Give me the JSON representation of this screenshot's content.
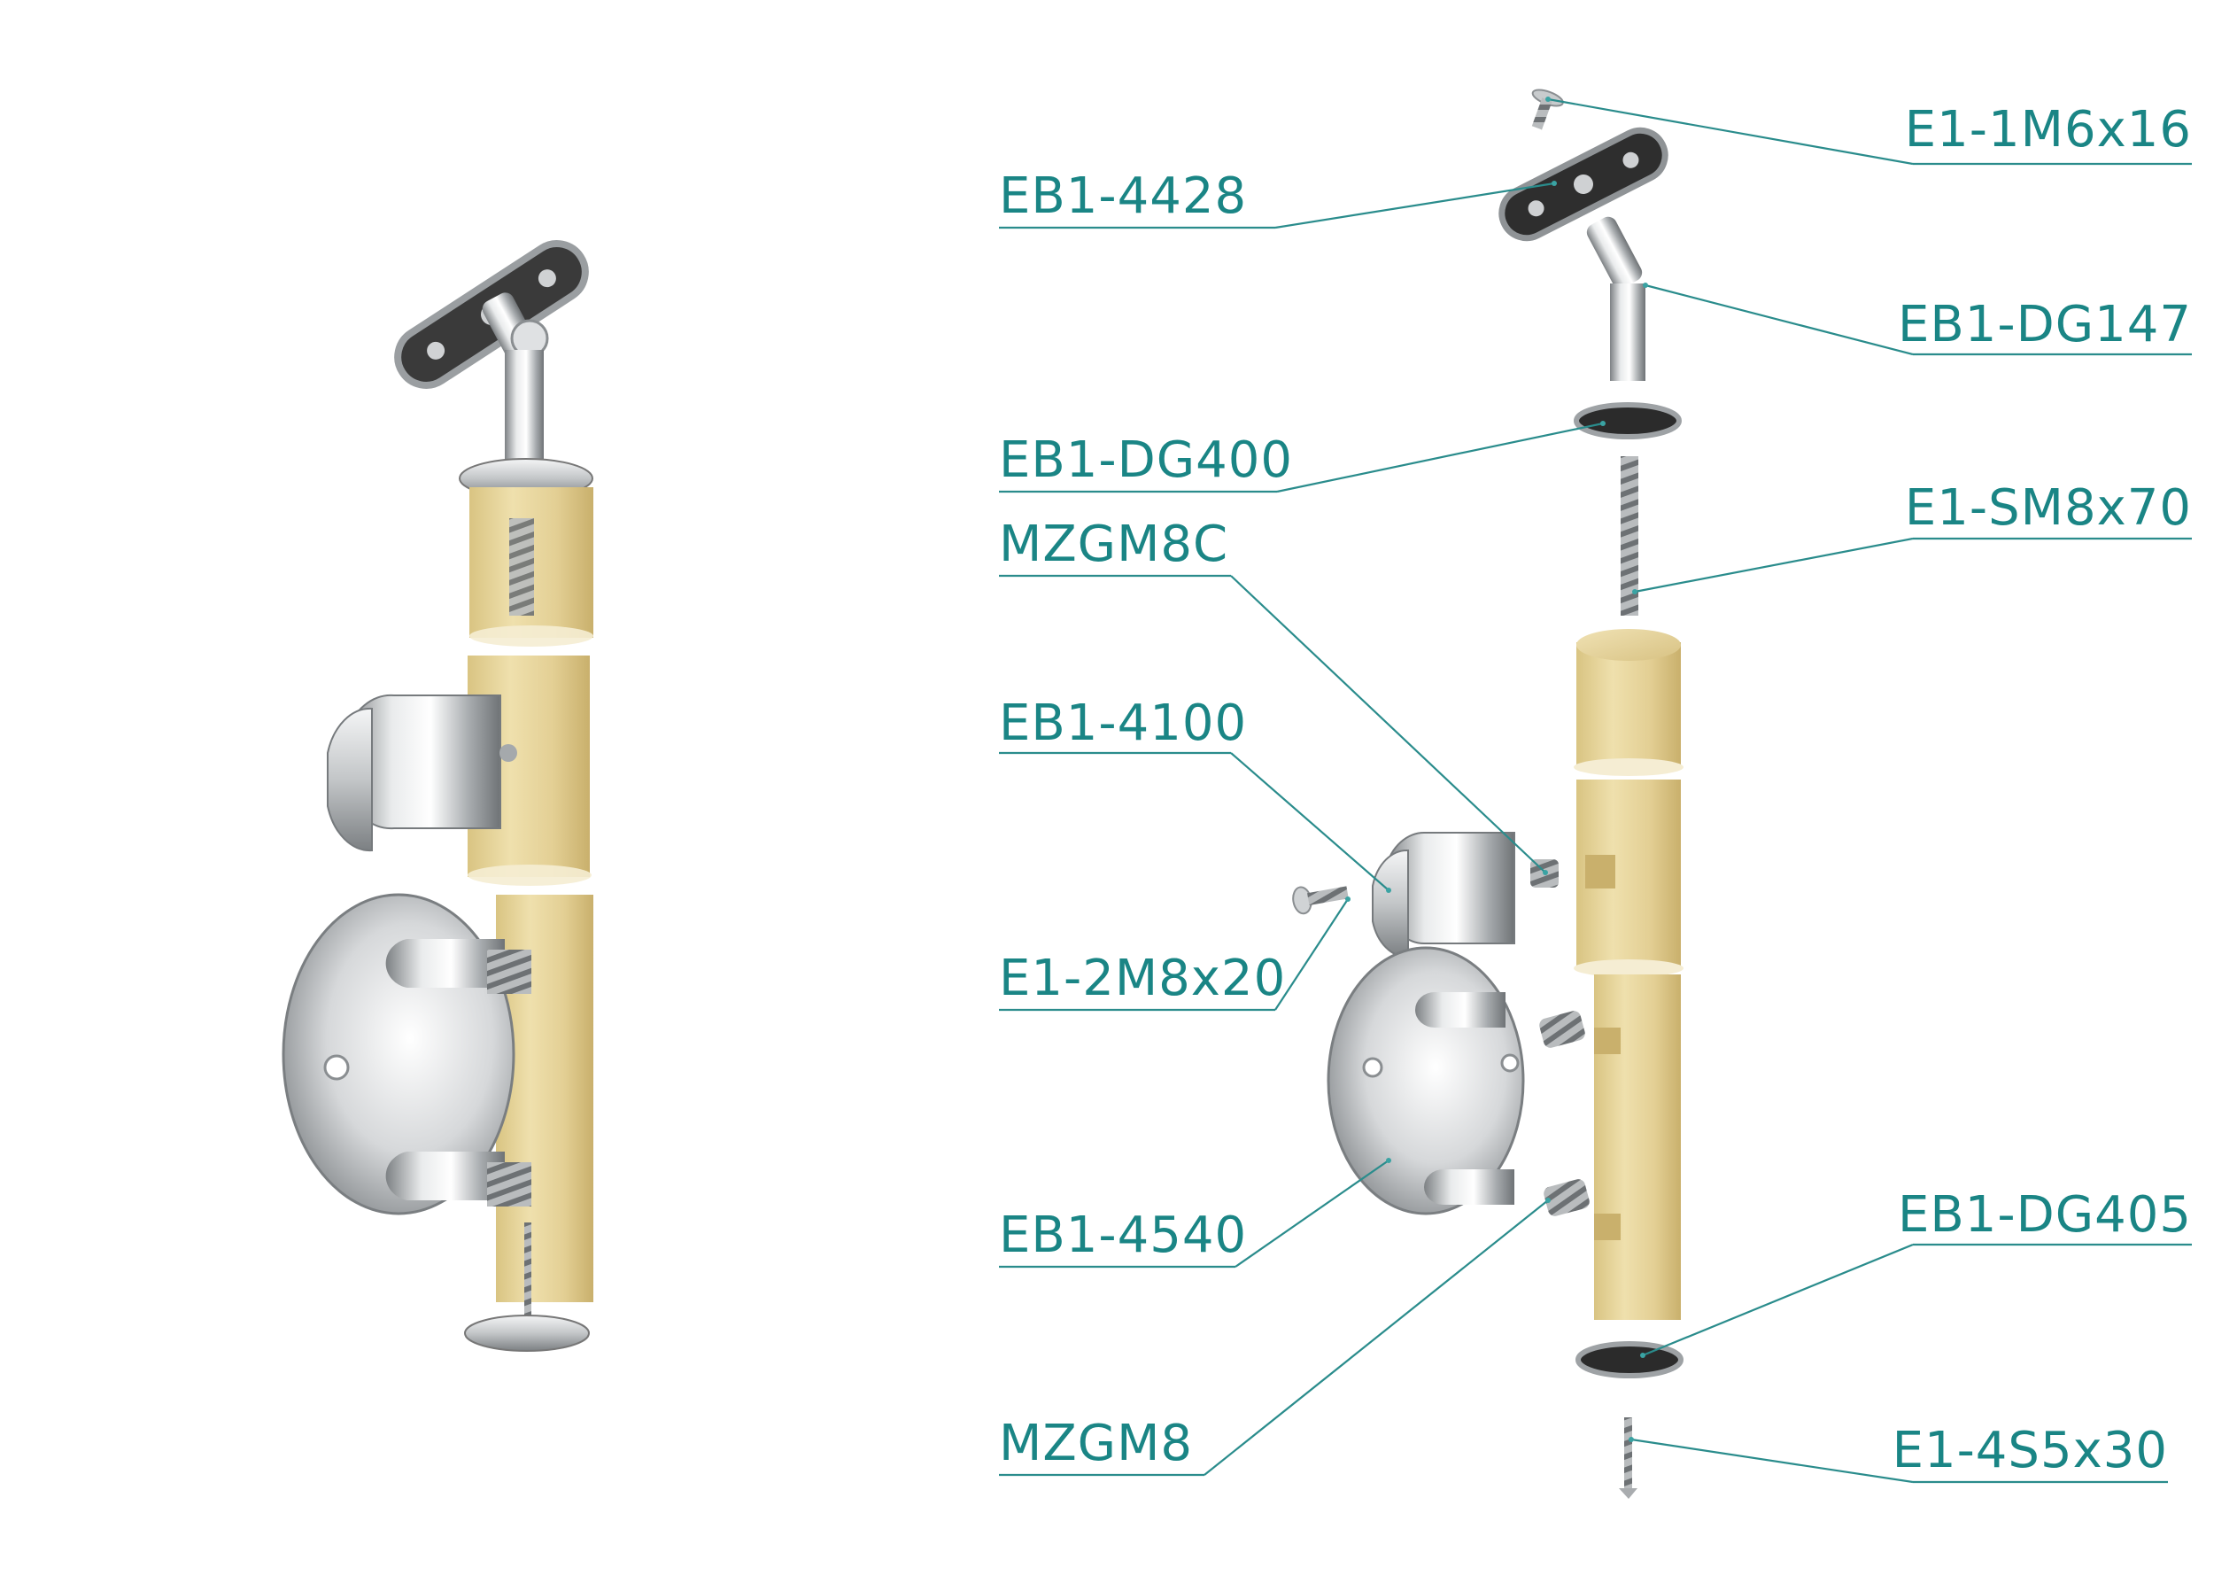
{
  "labels": {
    "e1_1m6x16": "E1-1M6x16",
    "eb1_4428": "EB1-4428",
    "eb1_dg147": "EB1-DG147",
    "eb1_dg400": "EB1-DG400",
    "e1_sm8x70": "E1-SM8x70",
    "mzgm8c": "MZGM8C",
    "eb1_4100": "EB1-4100",
    "e1_2m8x20": "E1-2M8x20",
    "eb1_4540": "EB1-4540",
    "eb1_dg405": "EB1-DG405",
    "mzgm8": "MZGM8",
    "e1_4s5x30": "E1-4S5x30"
  },
  "colors": {
    "label": "#1a8585",
    "leader": "#2a8c8c",
    "wood": "#e6d39a",
    "steel": "#c9ccce",
    "pad": "#2a2a2a"
  }
}
